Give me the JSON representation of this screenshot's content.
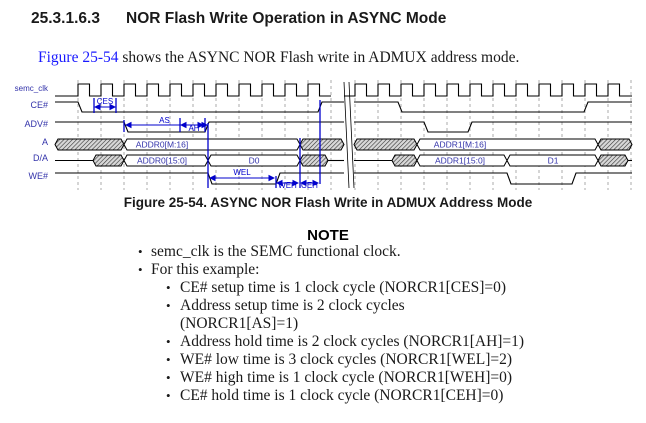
{
  "section": {
    "number": "25.3.1.6.3",
    "title": "NOR Flash Write Operation in ASYNC Mode"
  },
  "intro": {
    "link_text": "Figure 25-54",
    "text": " shows the ASYNC NOR Flash write in ADMUX address mode."
  },
  "figure": {
    "caption": "Figure 25-54. ASYNC NOR Flash Write in ADMUX Address Mode",
    "signals": [
      "semc_clk",
      "CE#",
      "ADV#",
      "A",
      "D/A",
      "WE#"
    ],
    "bus_labels": {
      "a_first": "ADDR0[M:16]",
      "da_first": "ADDR0[15:0]",
      "data_first": "D0",
      "a_second": "ADDR1[M:16]",
      "da_second": "ADDR1[15:0]",
      "data_second": "D1"
    },
    "timing_labels": [
      "CES",
      "AS",
      "AH",
      "WEL",
      "WEH",
      "CEH"
    ],
    "colors": {
      "signal": "#000000",
      "label": "#3333aa",
      "annotation": "#0000cc",
      "grid": "#888888"
    }
  },
  "note": {
    "title": "NOTE",
    "items": [
      {
        "text": "semc_clk is the SEMC functional clock."
      },
      {
        "text": "For this example:"
      }
    ],
    "sub_items": [
      {
        "text": "CE# setup time is 1 clock cycle (NORCR1[CES]=0)"
      },
      {
        "text": "Address setup time is 2 clock cycles",
        "continuation": "(NORCR1[AS]=1)"
      },
      {
        "text": "Address hold time is 2 clock cycles (NORCR1[AH]=1)"
      },
      {
        "text": "WE# low time is 3 clock cycles (NORCR1[WEL]=2)"
      },
      {
        "text": "WE# high time is 1 clock cycle (NORCR1[WEH]=0)"
      },
      {
        "text": "CE# hold time is 1 clock cycle (NORCR1[CEH]=0)"
      }
    ]
  }
}
